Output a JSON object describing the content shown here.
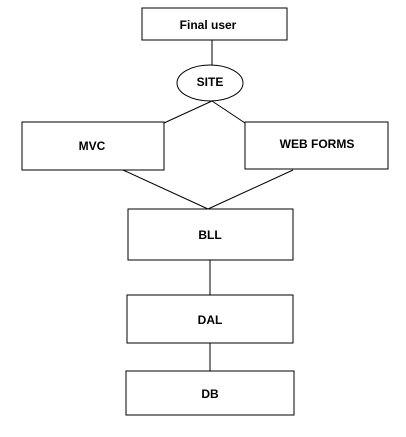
{
  "diagram": {
    "nodes": {
      "final_user": {
        "label": "Final user",
        "shape": "rectangle"
      },
      "site": {
        "label": "SITE",
        "shape": "ellipse"
      },
      "mvc": {
        "label": "MVC",
        "shape": "rectangle"
      },
      "web_forms": {
        "label": "WEB FORMS",
        "shape": "rectangle"
      },
      "bll": {
        "label": "BLL",
        "shape": "rectangle"
      },
      "dal": {
        "label": "DAL",
        "shape": "rectangle"
      },
      "db": {
        "label": "DB",
        "shape": "rectangle"
      }
    },
    "edges": [
      {
        "from": "final_user",
        "to": "site"
      },
      {
        "from": "site",
        "to": "mvc"
      },
      {
        "from": "site",
        "to": "web_forms"
      },
      {
        "from": "mvc",
        "to": "bll"
      },
      {
        "from": "web_forms",
        "to": "bll"
      },
      {
        "from": "bll",
        "to": "dal"
      },
      {
        "from": "dal",
        "to": "db"
      }
    ],
    "colors": {
      "stroke": "#000000",
      "fill": "#ffffff",
      "text": "#000000"
    }
  }
}
